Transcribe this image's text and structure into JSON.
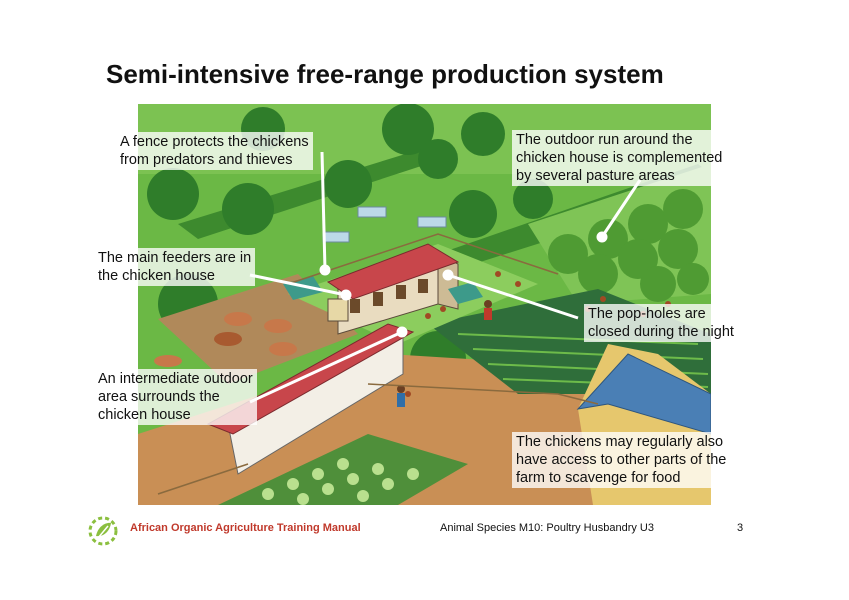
{
  "slide": {
    "title": "Semi-intensive free-range production system"
  },
  "callouts": {
    "fence": [
      "A fence protects the chickens",
      "from predators and thieves"
    ],
    "feeders": [
      "The main feeders are in",
      "the chicken house"
    ],
    "intermediate": [
      "An intermediate outdoor",
      "area surrounds the",
      "chicken house"
    ],
    "outdoor_run": [
      "The outdoor run around the",
      "chicken house is complemented",
      "by several pasture areas"
    ],
    "pop_holes": [
      "The pop-holes are",
      "closed during the night"
    ],
    "access": [
      "The chickens may regularly also",
      "have access to other parts of the",
      "farm to scavenge for food"
    ]
  },
  "footer": {
    "manual": "African Organic Agriculture Training Manual",
    "module": "Animal Species M10: Poultry Husbandry U3",
    "page": "3"
  },
  "colors": {
    "footer_accent": "#c0392b",
    "logo_green": "#8bbf3f",
    "roof_red": "#c8464b",
    "roof_blue": "#4a7fb5",
    "grass": "#5fae3c",
    "soil": "#c98f55"
  },
  "icons": {
    "logo": "organic-leaf-logo-icon"
  }
}
